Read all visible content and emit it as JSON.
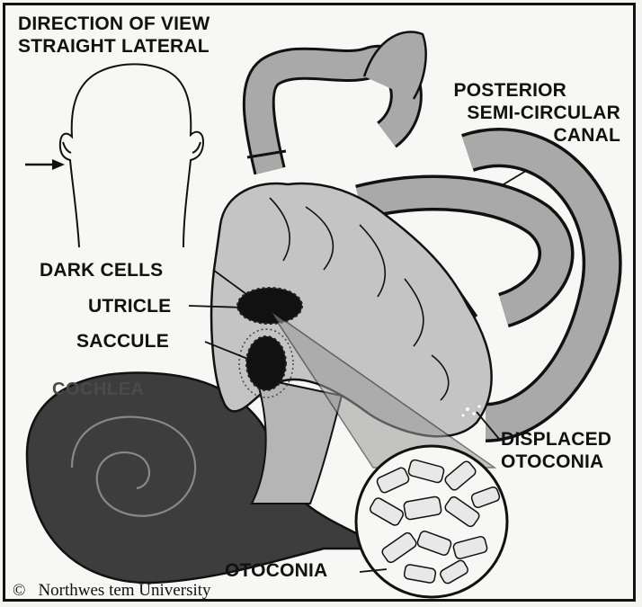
{
  "title_lines": [
    "DIRECTION OF VIEW",
    "STRAIGHT LATERAL"
  ],
  "labels": {
    "posterior_canal": [
      "POSTERIOR",
      "SEMI-CIRCULAR",
      "CANAL"
    ],
    "dark_cells": "DARK CELLS",
    "utricle": "UTRICLE",
    "saccule": "SACCULE",
    "cochlea": "COCHLEA",
    "displaced_otoconia": [
      "DISPLACED",
      "OTOCONIA"
    ],
    "otoconia": "OTOCONIA"
  },
  "copyright": {
    "symbol": "©",
    "text": "Northwes tem University"
  },
  "colors": {
    "line": "#111111",
    "canal_fill": "#a9a9a9",
    "vestibule_fill": "#c4c4c4",
    "cochlea_fill": "#3d3d3d",
    "beam_fill": "#9a9a9a",
    "background": "#f7f7f5"
  },
  "icons": [
    "head-outline-icon",
    "view-arrow-icon",
    "otoconia-magnifier-icon"
  ]
}
